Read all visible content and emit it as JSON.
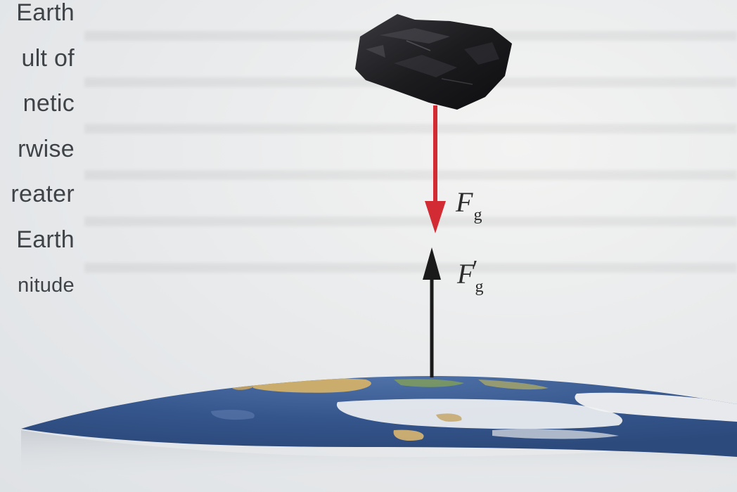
{
  "text_fragments": [
    "Earth",
    "ult of",
    "netic",
    "rwise",
    "reater",
    "Earth",
    "nitude"
  ],
  "labels": {
    "force_down": {
      "symbol": "F",
      "subscript": "g"
    },
    "force_up": {
      "symbol": "F",
      "subscript": "g",
      "prime": "′"
    }
  },
  "colors": {
    "force_down_arrow": "#d22b34",
    "force_up_arrow": "#1a1a1a",
    "rock": "#1c1c1f",
    "ocean": "#3b5c92",
    "land": "#d2b06a",
    "ice": "#f1f1f1"
  },
  "icons": {
    "rock": "rock-image",
    "earth": "earth-globe-image"
  }
}
